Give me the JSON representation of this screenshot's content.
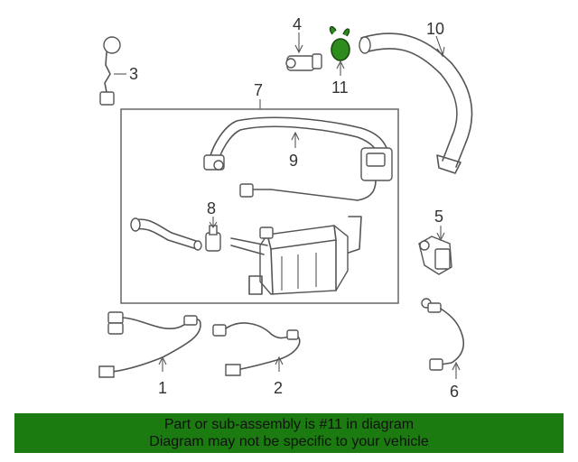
{
  "callouts": {
    "c1": "1",
    "c2": "2",
    "c3": "3",
    "c4": "4",
    "c5": "5",
    "c6": "6",
    "c7": "7",
    "c8": "8",
    "c9": "9",
    "c10": "10",
    "c11": "11"
  },
  "banner": {
    "line1": "Part or sub-assembly is #11 in diagram",
    "line2": "Diagram may not be specific to your vehicle"
  },
  "colors": {
    "highlight": "#2e8b1e",
    "banner": "#1b7a10"
  }
}
